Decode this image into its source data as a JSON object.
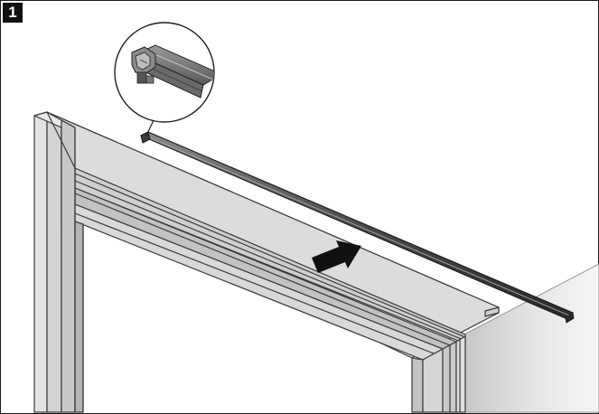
{
  "step": {
    "number": "1"
  },
  "colors": {
    "frame_face": "#dcdcdc",
    "frame_shade": "#bdbdbd",
    "frame_edge": "#3a3a3a",
    "wall_light": "#f4f4f4",
    "wall_dark": "#c9c9cc",
    "seal_profile": "#5c5c5c",
    "arrow": "#111111"
  },
  "parts": {
    "door_frame": "door-frame",
    "seal_profile": "seal-profile",
    "detail_callout": "detail-callout",
    "insert_arrow": "insert-arrow",
    "wall": "wall"
  }
}
